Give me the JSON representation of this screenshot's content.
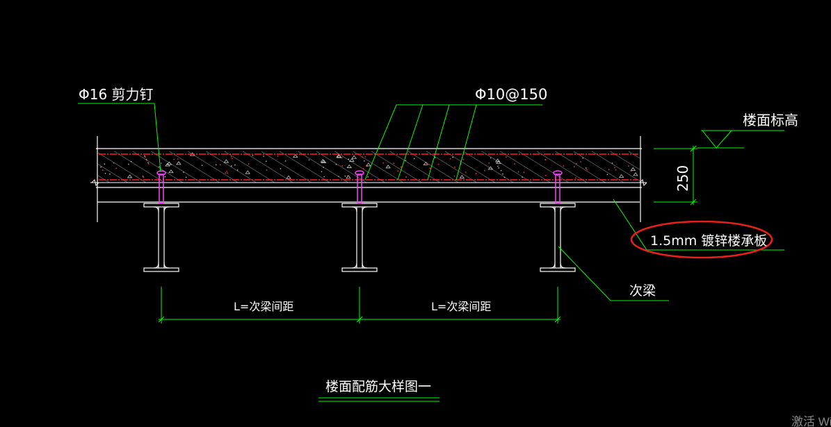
{
  "drawing": {
    "labels": {
      "shear_stud": "Φ16 剪力钉",
      "rebar": "Φ10@150",
      "floor_elevation": "楼面标高",
      "slab_thickness": "250",
      "deck_plate": "1.5mm 镀锌楼承板",
      "secondary_beam": "次梁",
      "span_left": "L=次梁间距",
      "span_right": "L=次梁间距",
      "title": "楼面配筋大样图一"
    },
    "watermark": "激活 Wi",
    "colors": {
      "background": "#000000",
      "outline": "#ffffff",
      "leader": "#00ff00",
      "rebar": "#ff2020",
      "stud": "#ff40ff",
      "hatch": "#b0b0b0",
      "highlight": "#e8201a"
    },
    "icons": {
      "elevation_marker": "triangle-elevation-icon",
      "steel_beam": "i-beam-section-icon"
    }
  }
}
